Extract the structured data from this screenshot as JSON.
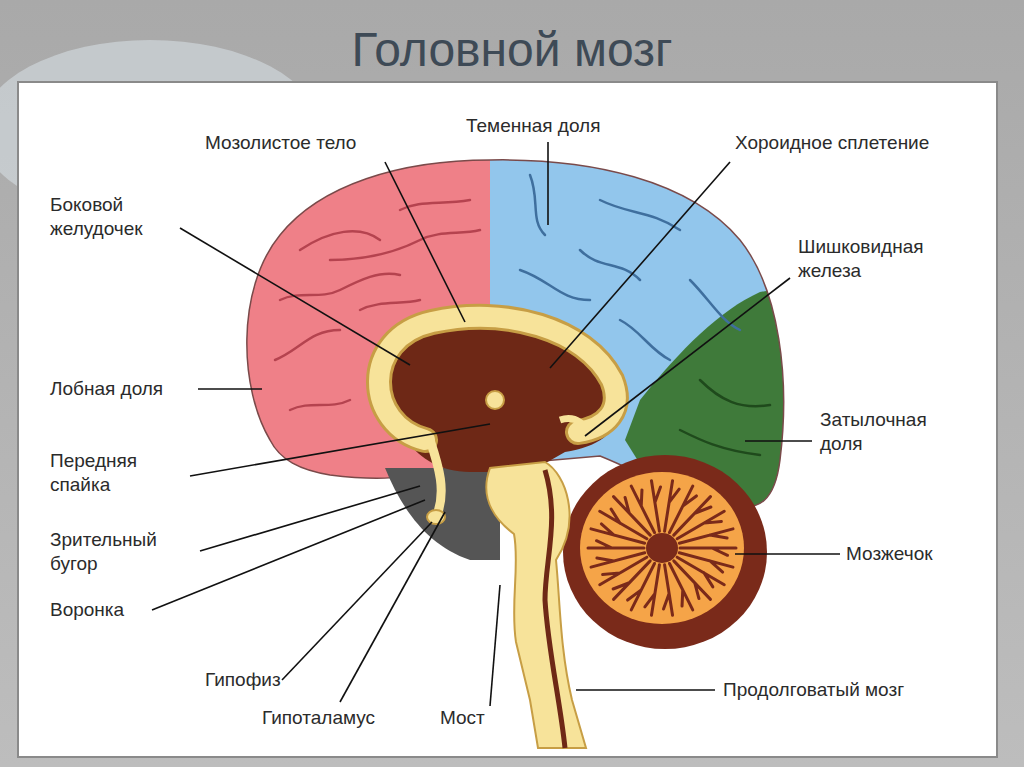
{
  "diagram": {
    "title": "Головной мозг",
    "labels": [
      "Мозолистое тело",
      "Теменная доля",
      "Хороидное сплетение",
      "Боковой желудочек",
      "Шишковидная железа",
      "Лобная доля",
      "Затылочная доля",
      "Передняя спайка",
      "Зрительный бугор",
      "Мозжечок",
      "Воронка",
      "Гипофиз",
      "Продолговатый мозг",
      "Гипоталамус",
      "Мост"
    ]
  }
}
